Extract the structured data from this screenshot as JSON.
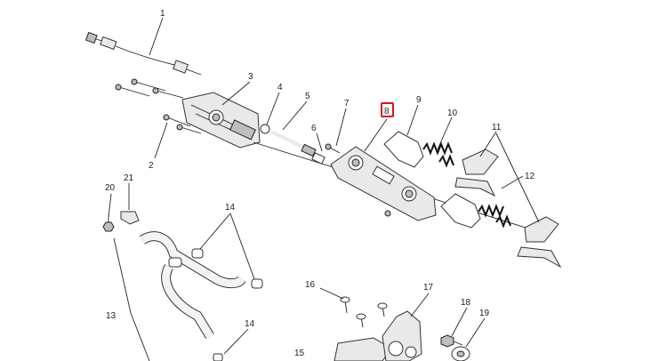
{
  "diagram": {
    "callouts": [
      {
        "id": "1",
        "label": "1"
      },
      {
        "id": "2",
        "label": "2"
      },
      {
        "id": "3",
        "label": "3"
      },
      {
        "id": "4",
        "label": "4"
      },
      {
        "id": "5",
        "label": "5"
      },
      {
        "id": "6",
        "label": "6"
      },
      {
        "id": "7",
        "label": "7"
      },
      {
        "id": "8",
        "label": "8",
        "highlighted": true
      },
      {
        "id": "9",
        "label": "9"
      },
      {
        "id": "10",
        "label": "10"
      },
      {
        "id": "11",
        "label": "11"
      },
      {
        "id": "12",
        "label": "12"
      },
      {
        "id": "13",
        "label": "13"
      },
      {
        "id": "14a",
        "label": "14"
      },
      {
        "id": "14b",
        "label": "14"
      },
      {
        "id": "15",
        "label": "15"
      },
      {
        "id": "16",
        "label": "16"
      },
      {
        "id": "17",
        "label": "17"
      },
      {
        "id": "18",
        "label": "18"
      },
      {
        "id": "19",
        "label": "19"
      },
      {
        "id": "20",
        "label": "20"
      },
      {
        "id": "21",
        "label": "21"
      }
    ],
    "highlight_color": "#d9141a"
  }
}
